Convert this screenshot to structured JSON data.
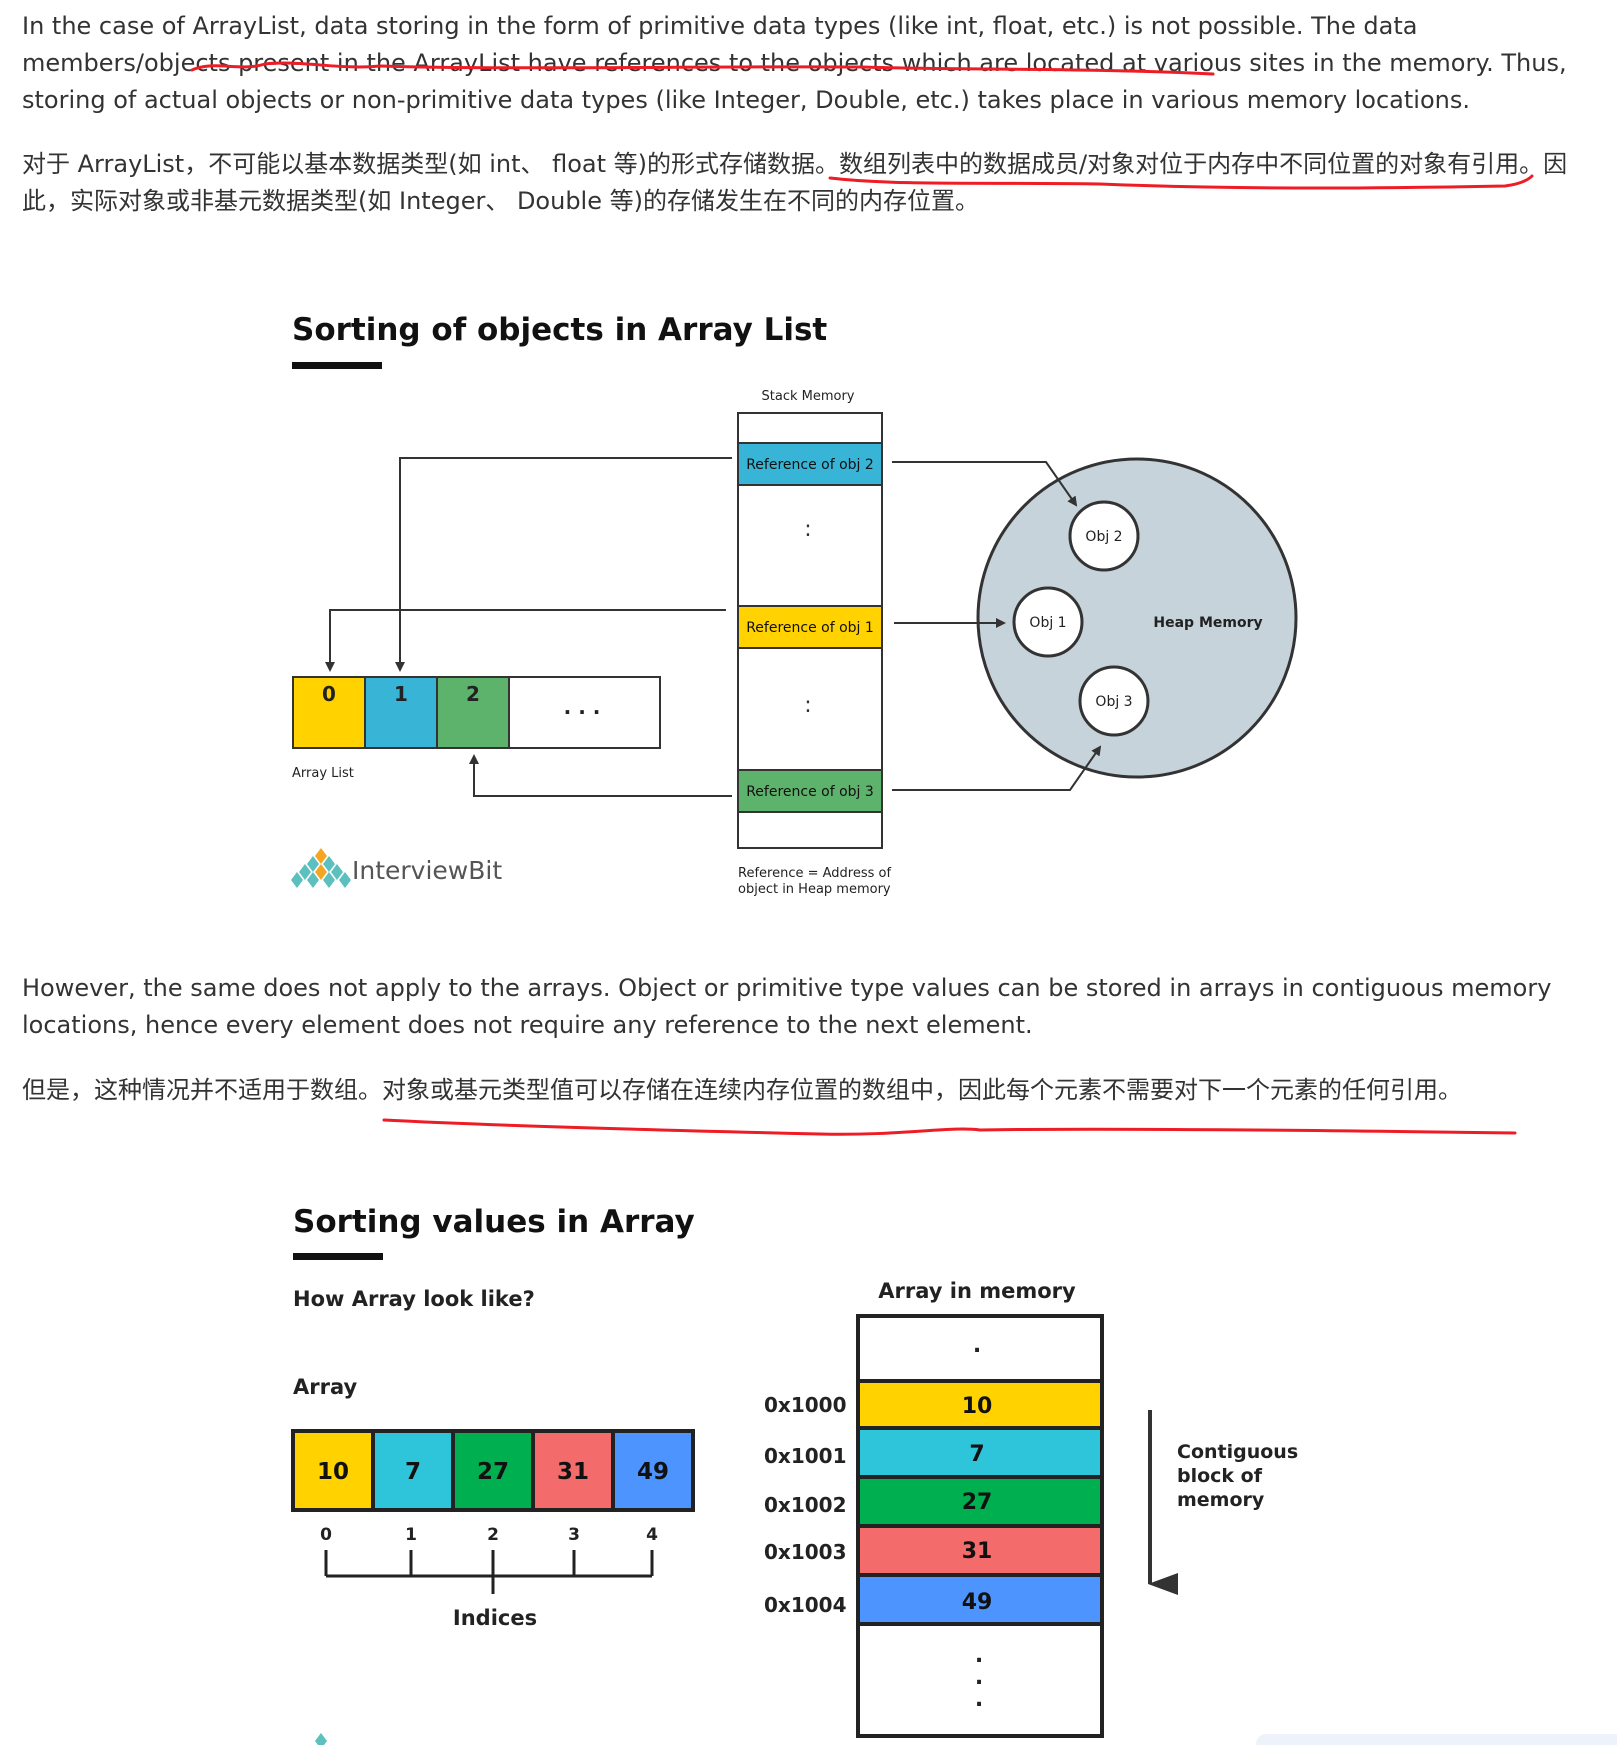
{
  "paragraphs": {
    "p1_en": "In the case of ArrayList, data storing in the form of primitive data types (like int, float, etc.) is not possible. The data members/objects present in the ArrayList have references to the objects which are located at various sites in the memory. Thus, storing of actual objects or non-primitive data types (like Integer, Double, etc.) takes place in various memory locations.",
    "p1_zh": "对于 ArrayList，不可能以基本数据类型(如 int、 float 等)的形式存储数据。数组列表中的数据成员/对象对位于内存中不同位置的对象有引用。因此，实际对象或非基元数据类型(如 Integer、 Double 等)的存储发生在不同的内存位置。",
    "p2_en": "However, the same does not apply to the arrays. Object or primitive type values can be stored in arrays in contiguous memory locations, hence every element does not require any reference to the next element.",
    "p2_zh": "但是，这种情况并不适用于数组。对象或基元类型值可以存储在连续内存位置的数组中，因此每个元素不需要对下一个元素的任何引用。"
  },
  "figure1": {
    "title": "Sorting of objects in Array List",
    "stack_label": "Stack Memory",
    "refs": [
      "Reference of obj 2",
      "Reference of obj 1",
      "Reference of obj 3"
    ],
    "ellipsis": ":",
    "arraylist_cells": [
      "0",
      "1",
      "2",
      ". . ."
    ],
    "arraylist_label": "Array List",
    "objects": [
      "Obj 2",
      "Obj 1",
      "Obj 3"
    ],
    "heap_label": "Heap Memory",
    "footnote_line1": "Reference = Address of",
    "footnote_line2": "object in Heap memory",
    "logo_text": "InterviewBit",
    "colors": {
      "yellow": "#FFD200",
      "blue": "#37B4D6",
      "green": "#5DB26C",
      "heap": "#C6D3DA"
    }
  },
  "figure2": {
    "title": "Sorting values in Array",
    "subtitle": "How Array look like?",
    "array_label": "Array",
    "values": [
      "10",
      "7",
      "27",
      "31",
      "49"
    ],
    "indices": [
      "0",
      "1",
      "2",
      "3",
      "4"
    ],
    "indices_label": "Indices",
    "memory_title": "Array in memory",
    "addresses": [
      "0x1000",
      "0x1001",
      "0x1002",
      "0x1003",
      "0x1004"
    ],
    "dot": ".",
    "contiguous_line1": "Contiguous",
    "contiguous_line2": "block of",
    "contiguous_line3": "memory",
    "colors": [
      "#FFD200",
      "#2EC5DA",
      "#00B050",
      "#F46B6B",
      "#4D94FF"
    ]
  }
}
